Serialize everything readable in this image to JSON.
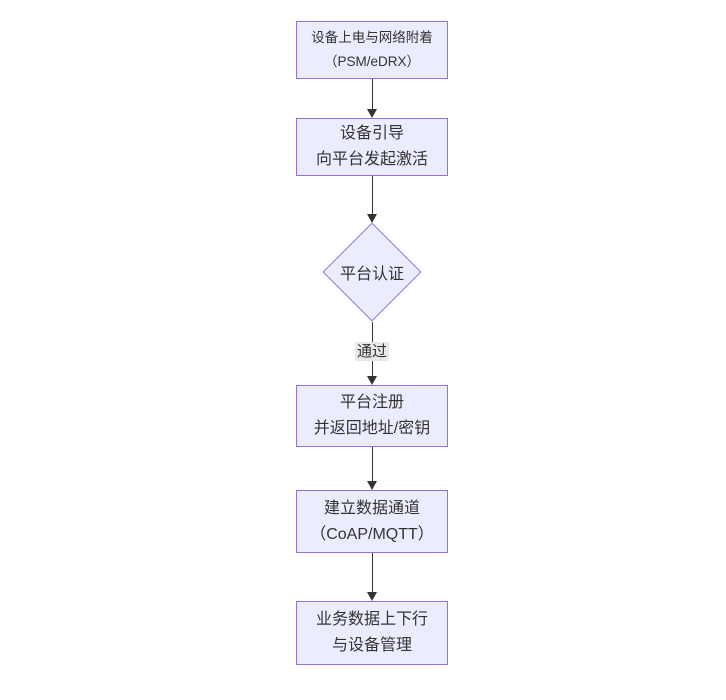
{
  "diagram": {
    "type": "flowchart",
    "direction": "top-down",
    "colors": {
      "node_fill": "#ECECFF",
      "node_border": "#9370DB",
      "arrow": "#333333",
      "text": "#333333",
      "edge_label_bg": "#e8e8e8",
      "background": "#ffffff"
    },
    "nodes": [
      {
        "id": "power-attach",
        "shape": "rectangle",
        "lines": [
          "设备上电与网络附着",
          "（PSM/eDRX）"
        ]
      },
      {
        "id": "bootstrap",
        "shape": "rectangle",
        "lines": [
          "设备引导",
          "向平台发起激活"
        ]
      },
      {
        "id": "platform-auth",
        "shape": "diamond",
        "lines": [
          "平台认证"
        ]
      },
      {
        "id": "platform-register",
        "shape": "rectangle",
        "lines": [
          "平台注册",
          "并返回地址/密钥"
        ]
      },
      {
        "id": "data-channel",
        "shape": "rectangle",
        "lines": [
          "建立数据通道",
          "（CoAP/MQTT）"
        ]
      },
      {
        "id": "business-data",
        "shape": "rectangle",
        "lines": [
          "业务数据上下行",
          "与设备管理"
        ]
      }
    ],
    "edges": [
      {
        "from": "power-attach",
        "to": "bootstrap",
        "label": ""
      },
      {
        "from": "bootstrap",
        "to": "platform-auth",
        "label": ""
      },
      {
        "from": "platform-auth",
        "to": "platform-register",
        "label": "通过"
      },
      {
        "from": "platform-register",
        "to": "data-channel",
        "label": ""
      },
      {
        "from": "data-channel",
        "to": "business-data",
        "label": ""
      }
    ]
  }
}
